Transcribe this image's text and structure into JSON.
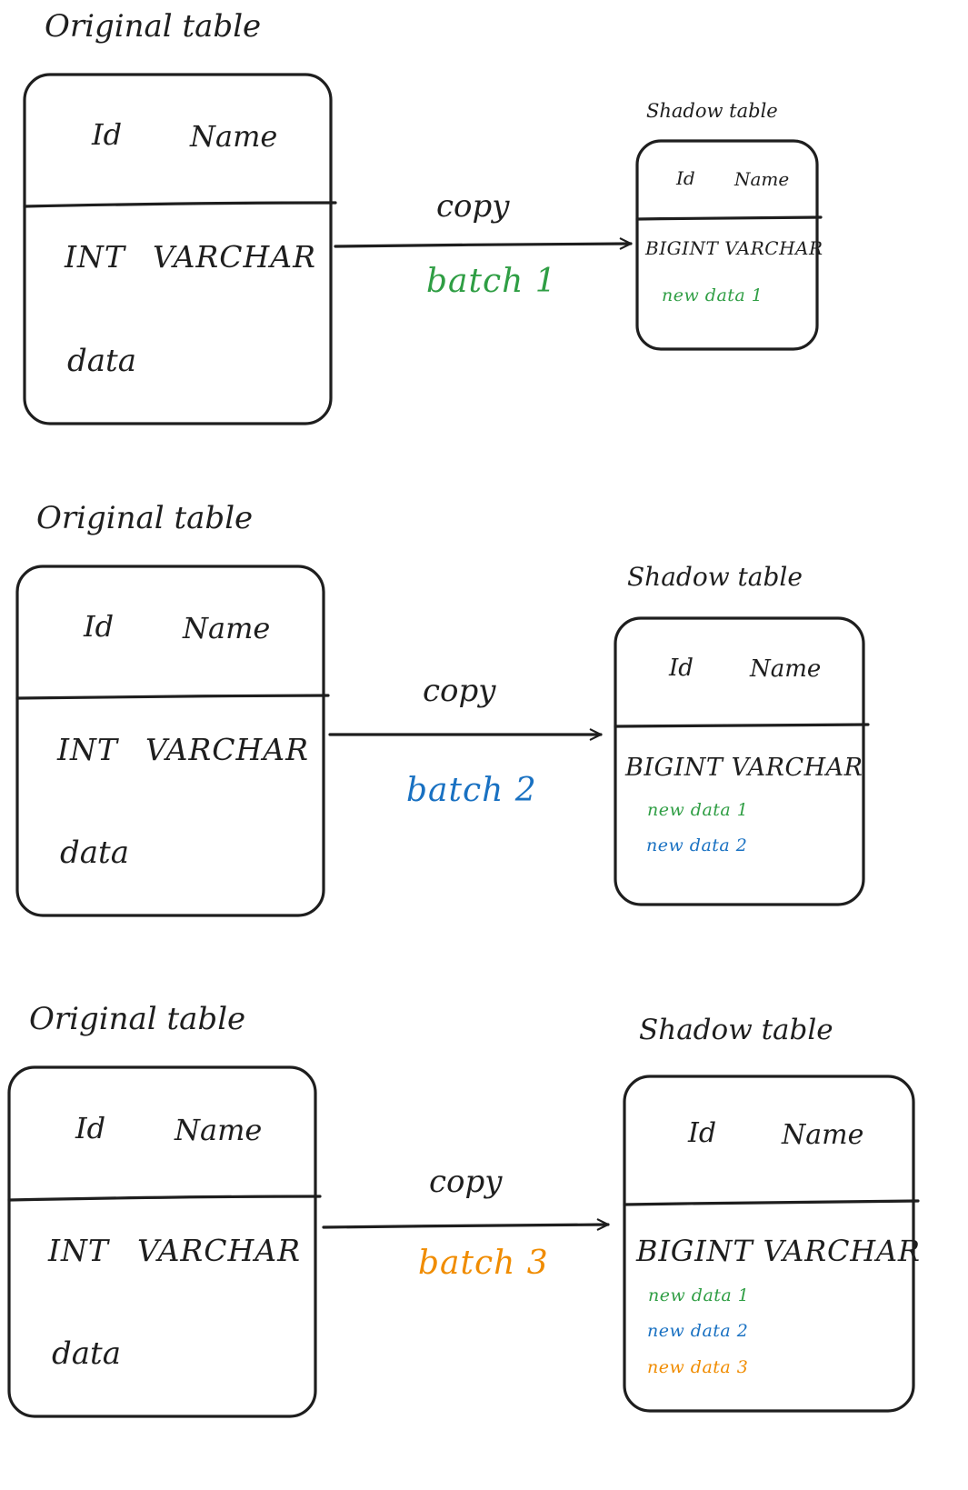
{
  "colors": {
    "ink": "#1e1e1e",
    "batch1": "#2f9e44",
    "batch2": "#1971c2",
    "batch3": "#f08c00"
  },
  "panels": [
    {
      "original": {
        "title": "Original table",
        "id_header": "Id",
        "name_header": "Name",
        "id_type": "INT",
        "name_type": "VARCHAR",
        "body": "data"
      },
      "arrow": {
        "label": "copy",
        "batch": "batch 1"
      },
      "shadow": {
        "title": "Shadow table",
        "id_header": "Id",
        "name_header": "Name",
        "types": "BIGINT VARCHAR",
        "rows": [
          "new data 1"
        ]
      }
    },
    {
      "original": {
        "title": "Original table",
        "id_header": "Id",
        "name_header": "Name",
        "id_type": "INT",
        "name_type": "VARCHAR",
        "body": "data"
      },
      "arrow": {
        "label": "copy",
        "batch": "batch 2"
      },
      "shadow": {
        "title": "Shadow table",
        "id_header": "Id",
        "name_header": "Name",
        "types": "BIGINT VARCHAR",
        "rows": [
          "new data 1",
          "new data 2"
        ]
      }
    },
    {
      "original": {
        "title": "Original table",
        "id_header": "Id",
        "name_header": "Name",
        "id_type": "INT",
        "name_type": "VARCHAR",
        "body": "data"
      },
      "arrow": {
        "label": "copy",
        "batch": "batch 3"
      },
      "shadow": {
        "title": "Shadow table",
        "id_header": "Id",
        "name_header": "Name",
        "types": "BIGINT VARCHAR",
        "rows": [
          "new data 1",
          "new data 2",
          "new data 3"
        ]
      }
    }
  ]
}
